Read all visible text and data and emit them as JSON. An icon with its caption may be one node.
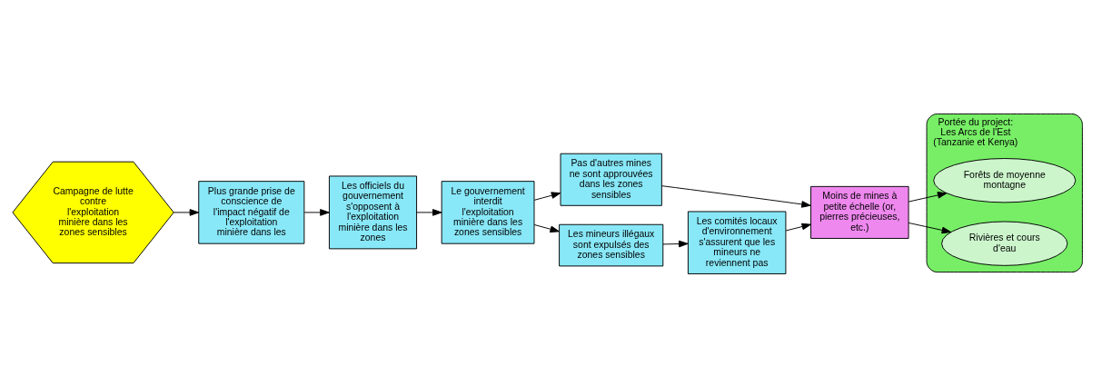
{
  "diagram": {
    "nodes": [
      {
        "text": [
          "Campagne de lutte contre l'exploitation minière dans les zones sensibles"
        ]
      },
      {
        "text": [
          "Plus grande prise de conscience de l'impact négatif de l'exploitation minière dans les"
        ]
      },
      {
        "text": [
          "Les officiels du gouvernement s'opposent à l'exploitation minière dans les zones"
        ]
      },
      {
        "text": [
          "Le gouvernement interdit l'exploitation minière dans les zones sensibles"
        ]
      },
      {
        "text": [
          "Pas d'autres mines ne sont approuvées dans les zones sensibles"
        ]
      },
      {
        "text": [
          "Les mineurs illégaux sont expulsés des zones sensibles"
        ]
      },
      {
        "text": [
          "Les comités locaux d'environnement s'assurent que les mineurs ne reviennent pas"
        ]
      },
      {
        "text": [
          "Moins de mines à petite échelle (or, pierres précieuses, etc.)"
        ]
      },
      {
        "text": [
          "Portée du project: Les Arcs de l'Est (Tanzanie et Kenya)"
        ]
      },
      {
        "text": [
          "Forêts de moyenne montagne"
        ],
        "in": 8
      },
      {
        "text": [
          "Rivières et cours d'eau"
        ],
        "in": 8
      }
    ],
    "edges": [
      {
        "from": 0,
        "to": 1,
        "arrow": "to"
      },
      {
        "from": 1,
        "to": 2,
        "arrow": "to"
      },
      {
        "from": 2,
        "to": 3,
        "arrow": "to"
      },
      {
        "from": 3,
        "to": 4,
        "arrow": "to"
      },
      {
        "from": 3,
        "to": 5,
        "arrow": "to"
      },
      {
        "from": 5,
        "to": 6,
        "arrow": "to"
      },
      {
        "from": 4,
        "to": 7,
        "arrow": "to"
      },
      {
        "from": 6,
        "to": 7,
        "arrow": "to"
      },
      {
        "from": 7,
        "to": 9,
        "arrow": "to"
      },
      {
        "from": 7,
        "to": 10,
        "arrow": "to"
      }
    ]
  }
}
